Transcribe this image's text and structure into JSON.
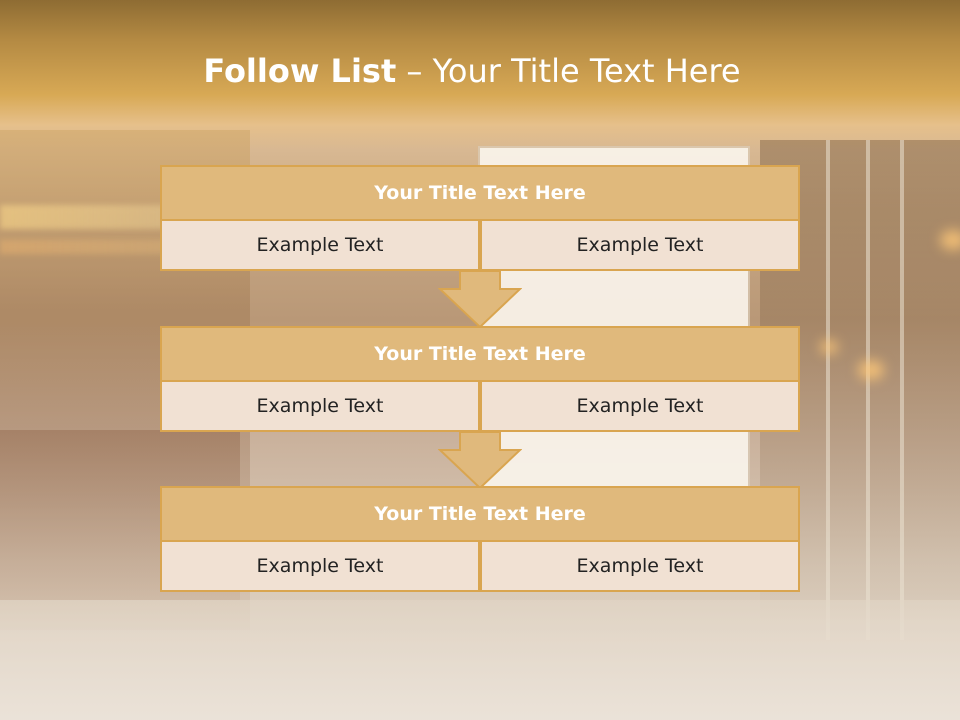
{
  "slide": {
    "title_bold": "Follow List",
    "title_rest": " – Your Title Text Here"
  },
  "blocks": [
    {
      "heading": "Your Title Text Here",
      "left": "Example Text",
      "right": "Example Text"
    },
    {
      "heading": "Your Title Text Here",
      "left": "Example Text",
      "right": "Example Text"
    },
    {
      "heading": "Your Title Text Here",
      "left": "Example Text",
      "right": "Example Text"
    }
  ],
  "colors": {
    "header_fill": "#e0b97c",
    "border": "#d9a550",
    "cell_fill": "#f1e1d3",
    "arrow_fill": "#e0b97c"
  },
  "icons": [
    "down-arrow-icon",
    "down-arrow-icon"
  ]
}
